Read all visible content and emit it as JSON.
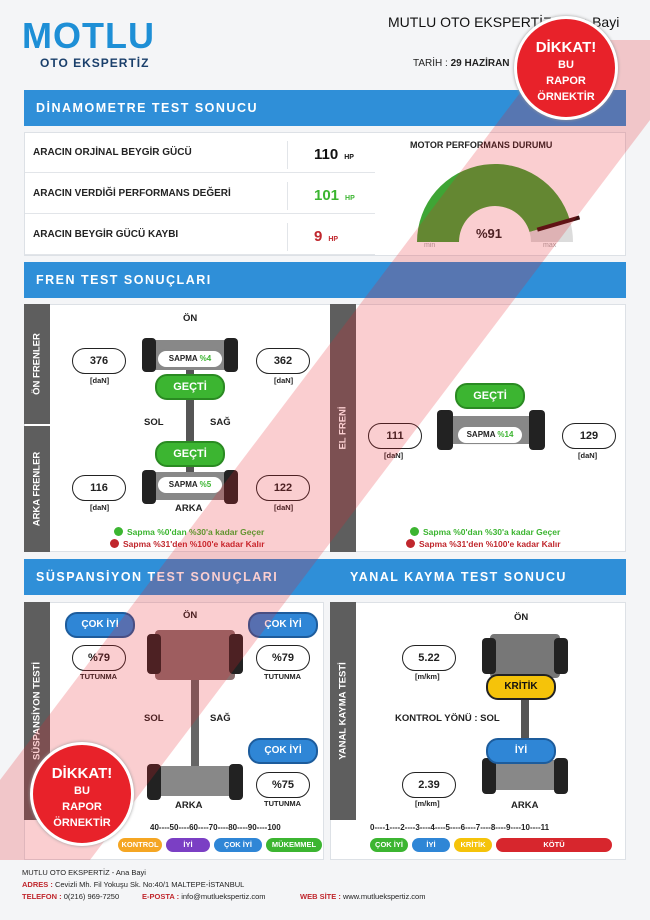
{
  "header": {
    "logo_main": "MOTLU",
    "logo_sub": "OTO EKSPERTİZ",
    "title": "MUTLU OTO EKSPERTİZ - Ana Bayi",
    "date_label": "TARİH :",
    "date_value": "29 HAZİRAN"
  },
  "dyno": {
    "title": "DİNAMOMETRE TEST SONUCU",
    "rows": [
      {
        "label": "ARACIN ORJİNAL BEYGİR GÜCÜ",
        "value": "110",
        "unit": "HP",
        "color": "#111111"
      },
      {
        "label": "ARACIN VERDİĞİ PERFORMANS DEĞERİ",
        "value": "101",
        "unit": "HP",
        "color": "#3cb531"
      },
      {
        "label": "ARACIN BEYGİR GÜCÜ KAYBI",
        "value": "9",
        "unit": "HP",
        "color": "#c0272d"
      }
    ],
    "gauge_title": "MOTOR PERFORMANS DURUMU",
    "gauge_value": "%91",
    "gauge_fraction": 0.91,
    "gauge_min": "min",
    "gauge_max": "max"
  },
  "brake": {
    "title": "FREN TEST SONUÇLARI",
    "front_label": "ÖN FRENLER",
    "rear_label": "ARKA FRENLER",
    "hand_label": "EL FRENİ",
    "on": "ÖN",
    "arka": "ARKA",
    "sol": "SOL",
    "sag": "SAĞ",
    "unit": "[daN]",
    "front_left": "376",
    "front_right": "362",
    "front_sapma_label": "SAPMA",
    "front_sapma": "%4",
    "front_result": "GEÇTİ",
    "rear_left": "116",
    "rear_right": "122",
    "rear_sapma_label": "SAPMA",
    "rear_sapma": "%5",
    "rear_result": "GEÇTİ",
    "hand_left": "111",
    "hand_right": "129",
    "hand_sapma_label": "SAPMA",
    "hand_sapma": "%14",
    "hand_result": "GEÇTİ",
    "legend_pass": "Sapma %0'dan %30'a kadar Geçer",
    "legend_fail": "Sapma %31'den %100'e kadar Kalır"
  },
  "suspension": {
    "title": "SÜSPANSİYON TEST SONUÇLARI",
    "side_label": "SÜSPANSİYON TESTİ",
    "on": "ÖN",
    "arka": "ARKA",
    "sol": "SOL",
    "sag": "SAĞ",
    "fl_rating": "ÇOK İYİ",
    "fr_rating": "ÇOK İYİ",
    "fl_value": "%79",
    "fr_value": "%79",
    "rr_rating": "ÇOK İYİ",
    "rr_value": "%75",
    "tutunma": "TUTUNMA",
    "scale_numbers": "40----50----60----70----80----90----100",
    "scale_chips": [
      {
        "label": "KONTROL",
        "color": "#f5a623"
      },
      {
        "label": "İYİ",
        "color": "#7b3fc4"
      },
      {
        "label": "ÇOK İYİ",
        "color": "#2f86d6"
      },
      {
        "label": "MÜKEMMEL",
        "color": "#3cb531"
      }
    ]
  },
  "lateral": {
    "title": "YANAL KAYMA TEST SONUCU",
    "side_label": "YANAL KAYMA TESTİ",
    "on": "ÖN",
    "arka": "ARKA",
    "front_value": "5.22",
    "front_unit": "[m/km]",
    "front_rating": "KRİTİK",
    "control_label": "KONTROL YÖNÜ : SOL",
    "rear_value": "2.39",
    "rear_unit": "[m/km]",
    "rear_rating": "İYİ",
    "scale_numbers": "0----1----2----3----4----5----6----7----8----9----10----11",
    "scale_chips": [
      {
        "label": "ÇOK İYİ",
        "color": "#3cb531"
      },
      {
        "label": "İYİ",
        "color": "#2f86d6"
      },
      {
        "label": "KRİTİK",
        "color": "#f5c30a"
      },
      {
        "label": "KÖTÜ",
        "color": "#d7262d"
      }
    ]
  },
  "watermark": {
    "title": "DİKKAT!",
    "line1": "BU",
    "line2": "RAPOR",
    "line3": "ÖRNEKTİR"
  },
  "footer": {
    "company": "MUTLU OTO EKSPERTİZ - Ana Bayi",
    "address_label": "ADRES :",
    "address": "Cevizli Mh. Fil Yokuşu Sk. No:40/1 MALTEPE-İSTANBUL",
    "phone_label": "TELEFON :",
    "phone": "0(216) 969-7250",
    "email_label": "E-POSTA :",
    "email": "info@mutluekspertiz.com",
    "web_label": "WEB SİTE :",
    "web": "www.mutluekspertiz.com"
  },
  "colors": {
    "primary": "#2f8fd8",
    "pass": "#3cb531",
    "fail": "#c0272d",
    "warning": "#e8222a"
  }
}
